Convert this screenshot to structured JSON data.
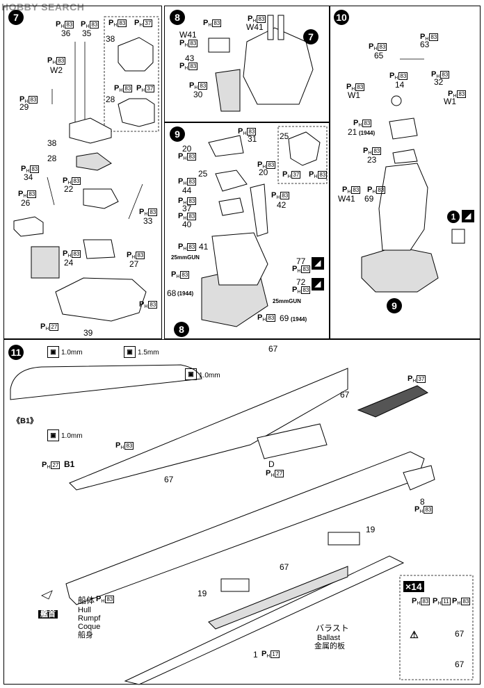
{
  "watermark": "HOBBY SEARCH",
  "steps": {
    "s7": "7",
    "s8": "8",
    "s9": "9",
    "s10": "10",
    "s11": "11",
    "ref7": "7",
    "ref8": "8",
    "ref9": "9",
    "ref1": "1"
  },
  "ph": {
    "p": "P",
    "h": "H"
  },
  "p7": {
    "n36": "36",
    "n35": "35",
    "w2": "W2",
    "n29": "29",
    "n38": "38",
    "n28": "28",
    "n34": "34",
    "n22": "22",
    "n26": "26",
    "n33": "33",
    "n24": "24",
    "n27": "27",
    "n39": "39",
    "inset_38": "38",
    "inset_28": "28",
    "b83": "83",
    "b37": "37",
    "b27": "27"
  },
  "p8": {
    "w41a": "W41",
    "w41b": "W41",
    "n43": "43",
    "n30": "30",
    "b83": "83"
  },
  "p9": {
    "n31": "31",
    "n20a": "20",
    "n25": "25",
    "n20b": "20",
    "n44": "44",
    "n42": "42",
    "n37": "37",
    "n40": "40",
    "n41": "41",
    "gun1": "25mmGUN",
    "n68": "68",
    "n68y": "(1944)",
    "n77": "77",
    "n72": "72",
    "gun2": "25mmGUN",
    "n69": "69",
    "n69y": "(1944)",
    "inset_25": "25",
    "b83": "83",
    "b37": "37",
    "dash": "-"
  },
  "p10": {
    "n63": "63",
    "n65": "65",
    "n14": "14",
    "n32": "32",
    "w1a": "W1",
    "w1b": "W1",
    "n21": "21",
    "n21y": "(1944)",
    "n23": "23",
    "w41": "W41",
    "n69": "69",
    "b83": "83"
  },
  "p11": {
    "mm1": "1.0mm",
    "mm15": "1.5mm",
    "mm2": "1.0mm",
    "mm3": "1.0mm",
    "b1tag": "《B1》",
    "n67a": "67",
    "n67b": "67",
    "n67c": "67",
    "n67d": "67",
    "n37": "37",
    "b1": "B1",
    "d": "D",
    "n8": "8",
    "n19a": "19",
    "n19b": "19",
    "n1": "1",
    "hull_jp": "船体",
    "hull_en": "Hull",
    "hull_de": "Rumpf",
    "hull_fr": "Coque",
    "hull_cn": "船身",
    "ballast_jp": "バラスト",
    "ballast_en": "Ballast",
    "ballast_cn": "金属的板",
    "bow": "艦首",
    "x14": "×14",
    "i11": "11",
    "n67e": "67",
    "n67f": "67",
    "b83": "83",
    "b27": "27",
    "b17": "17"
  }
}
